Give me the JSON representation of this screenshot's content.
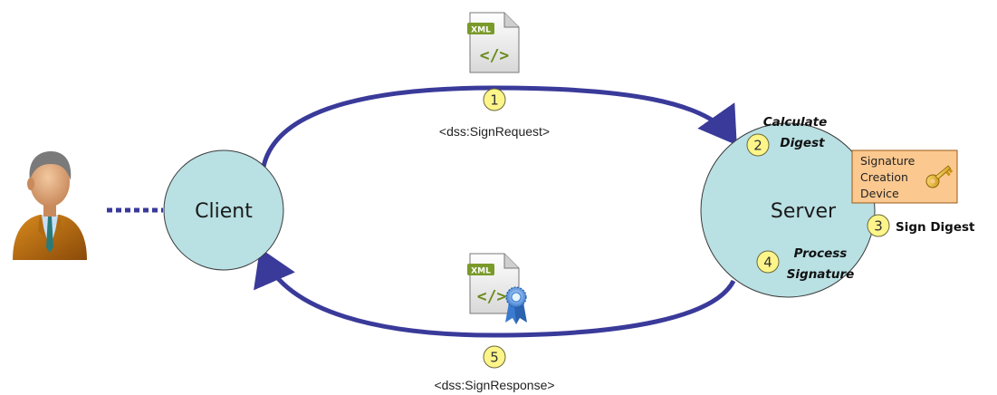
{
  "nodes": {
    "client": "Client",
    "server": "Server"
  },
  "messages": {
    "request": "<dss:SignRequest>",
    "response": "<dss:SignResponse>"
  },
  "steps": [
    {
      "number": "1"
    },
    {
      "number": "2",
      "label_line1": "Calculate",
      "label_line2": "Digest"
    },
    {
      "number": "3",
      "label": "Sign Digest"
    },
    {
      "number": "4",
      "label_line1": "Process",
      "label_line2": "Signature"
    },
    {
      "number": "5"
    }
  ],
  "signature_device": {
    "line1": "Signature",
    "line2": "Creation",
    "line3": "Device"
  },
  "documents": {
    "request_badge": "XML",
    "response_badge": "XML"
  },
  "colors": {
    "arrow": "#3a3a9a",
    "node_fill": "#b9e0e3",
    "step_fill": "#fdf58a",
    "device_fill": "#fbc88f",
    "xml_badge": "#7a9a2a"
  },
  "icons": [
    "user-icon",
    "xml-document-icon",
    "signed-xml-document-icon",
    "key-icon",
    "award-ribbon-icon"
  ]
}
